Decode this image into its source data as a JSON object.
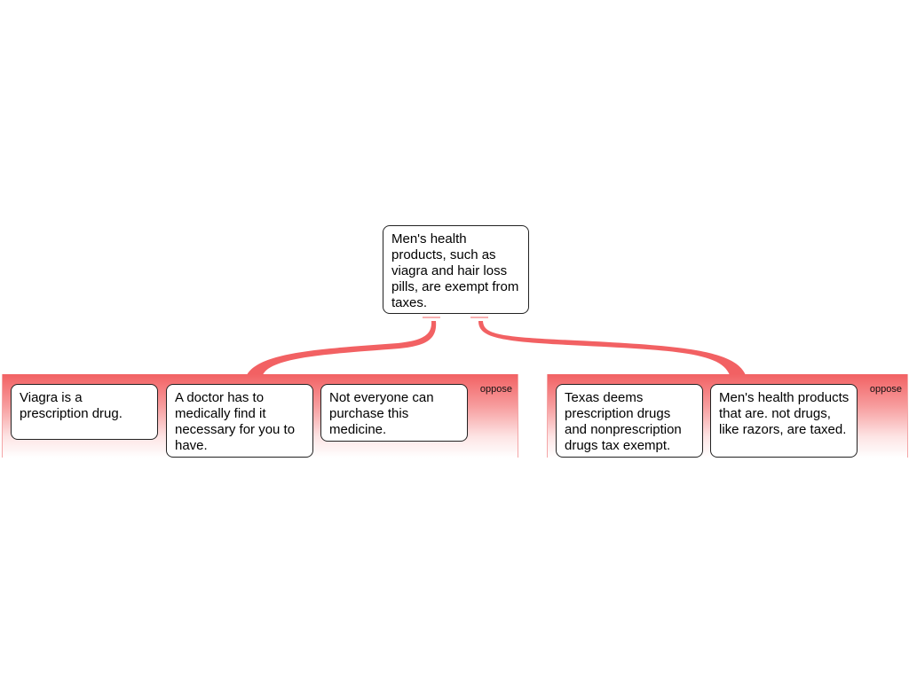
{
  "root": {
    "text": "Men's health products, such as viagra and hair loss pills, are exempt from taxes."
  },
  "groups": [
    {
      "label": "oppose",
      "children": [
        "Viagra is a prescription drug.",
        "A doctor has to medically find it necessary for you to have.",
        "Not everyone can purchase this medicine."
      ]
    },
    {
      "label": "oppose",
      "children": [
        "Texas deems prescription drugs and nonprescription drugs tax exempt.",
        "Men's health products that are. not drugs, like razors, are taxed."
      ]
    }
  ],
  "colors": {
    "oppose": "#f26163",
    "node_border": "#222222"
  }
}
